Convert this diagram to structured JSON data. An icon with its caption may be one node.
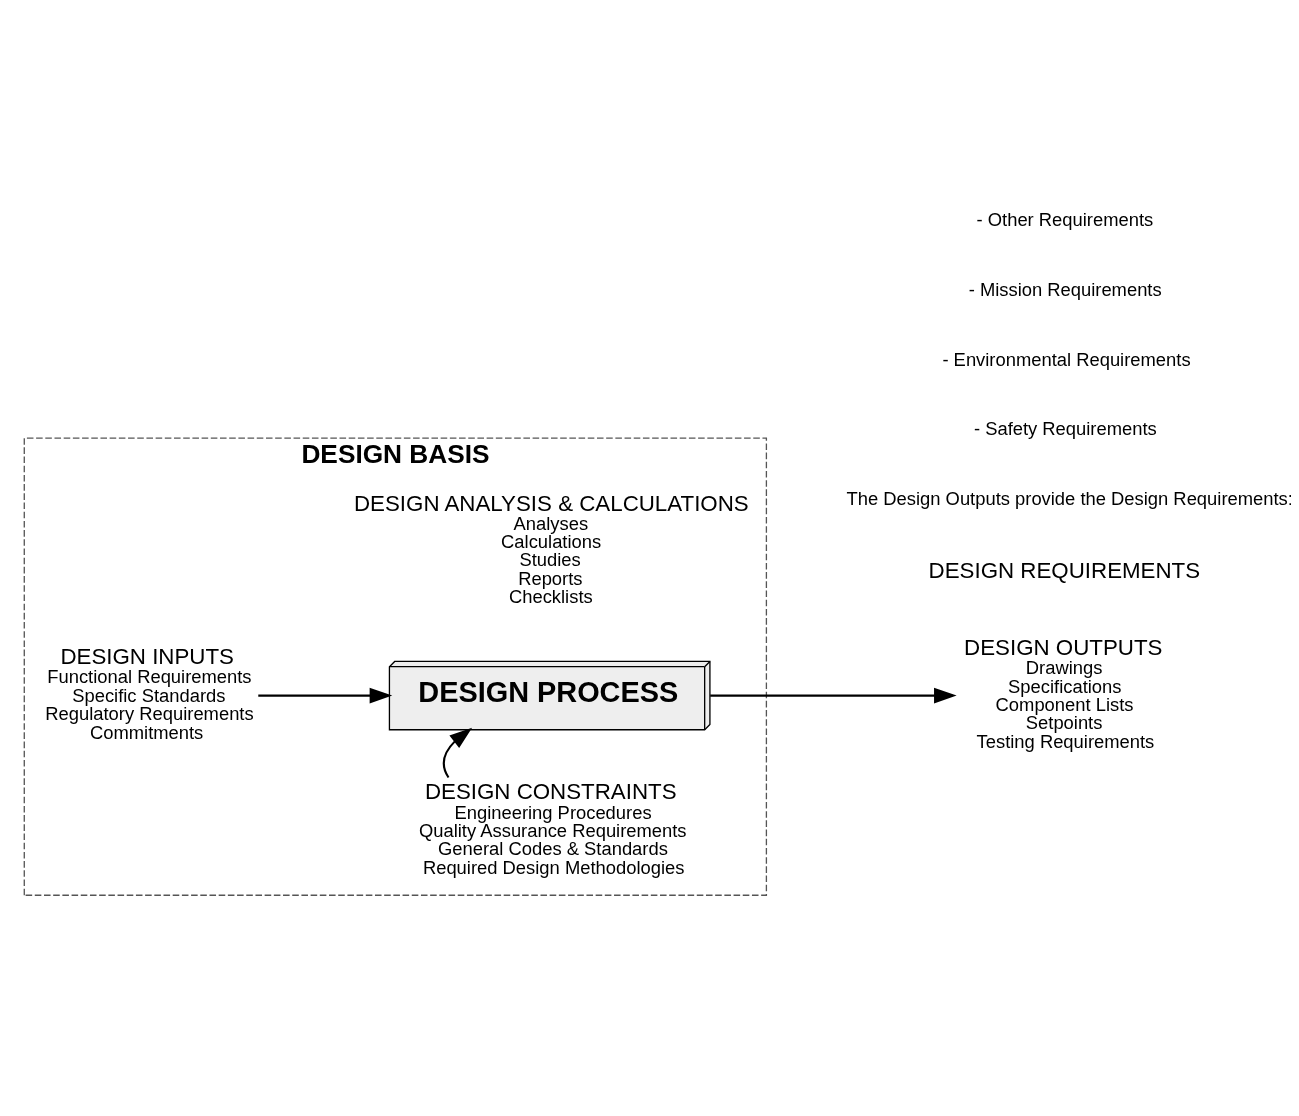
{
  "diagram": {
    "nodes": [
      {
        "text": [
          "DESIGN BASIS"
        ]
      },
      {
        "text": [
          "DESIGN CONSTRAINTS",
          "Engineering Procedures",
          "Quality Assurance Requirements",
          "General Codes & Standards",
          "Required Design Methodologies"
        ],
        "in": 0
      },
      {
        "text": [
          "DESIGN INPUTS",
          "Functional Requirements",
          "Specific Standards",
          "Regulatory Requirements",
          "Commitments"
        ],
        "in": 0
      },
      {
        "text": [
          "DESIGN PROCESS"
        ],
        "in": 0
      },
      {
        "text": [
          "DESIGN ANALYSIS & CALCULATIONS",
          "Analyses",
          "Calculations",
          "Studies",
          "Reports",
          "Checklists"
        ],
        "in": 0
      },
      {
        "text": [
          "DESIGN OUTPUTS",
          "Drawings",
          "Specifications",
          "Component Lists",
          "Setpoints",
          "Testing Requirements"
        ]
      }
    ],
    "edges": [
      {
        "from": 1,
        "to": 3,
        "arrow": "to"
      },
      {
        "from": 2,
        "to": 3,
        "arrow": "to"
      },
      {
        "from": 3,
        "to": 5,
        "arrow": "to"
      }
    ],
    "labels": [
      "DESIGN REQUIREMENTS",
      "The Design Outputs provide the Design Requirements:",
      "- Safety Requirements",
      "- Environmental Requirements",
      "- Mission Requirements",
      "- Other Requirements"
    ]
  }
}
